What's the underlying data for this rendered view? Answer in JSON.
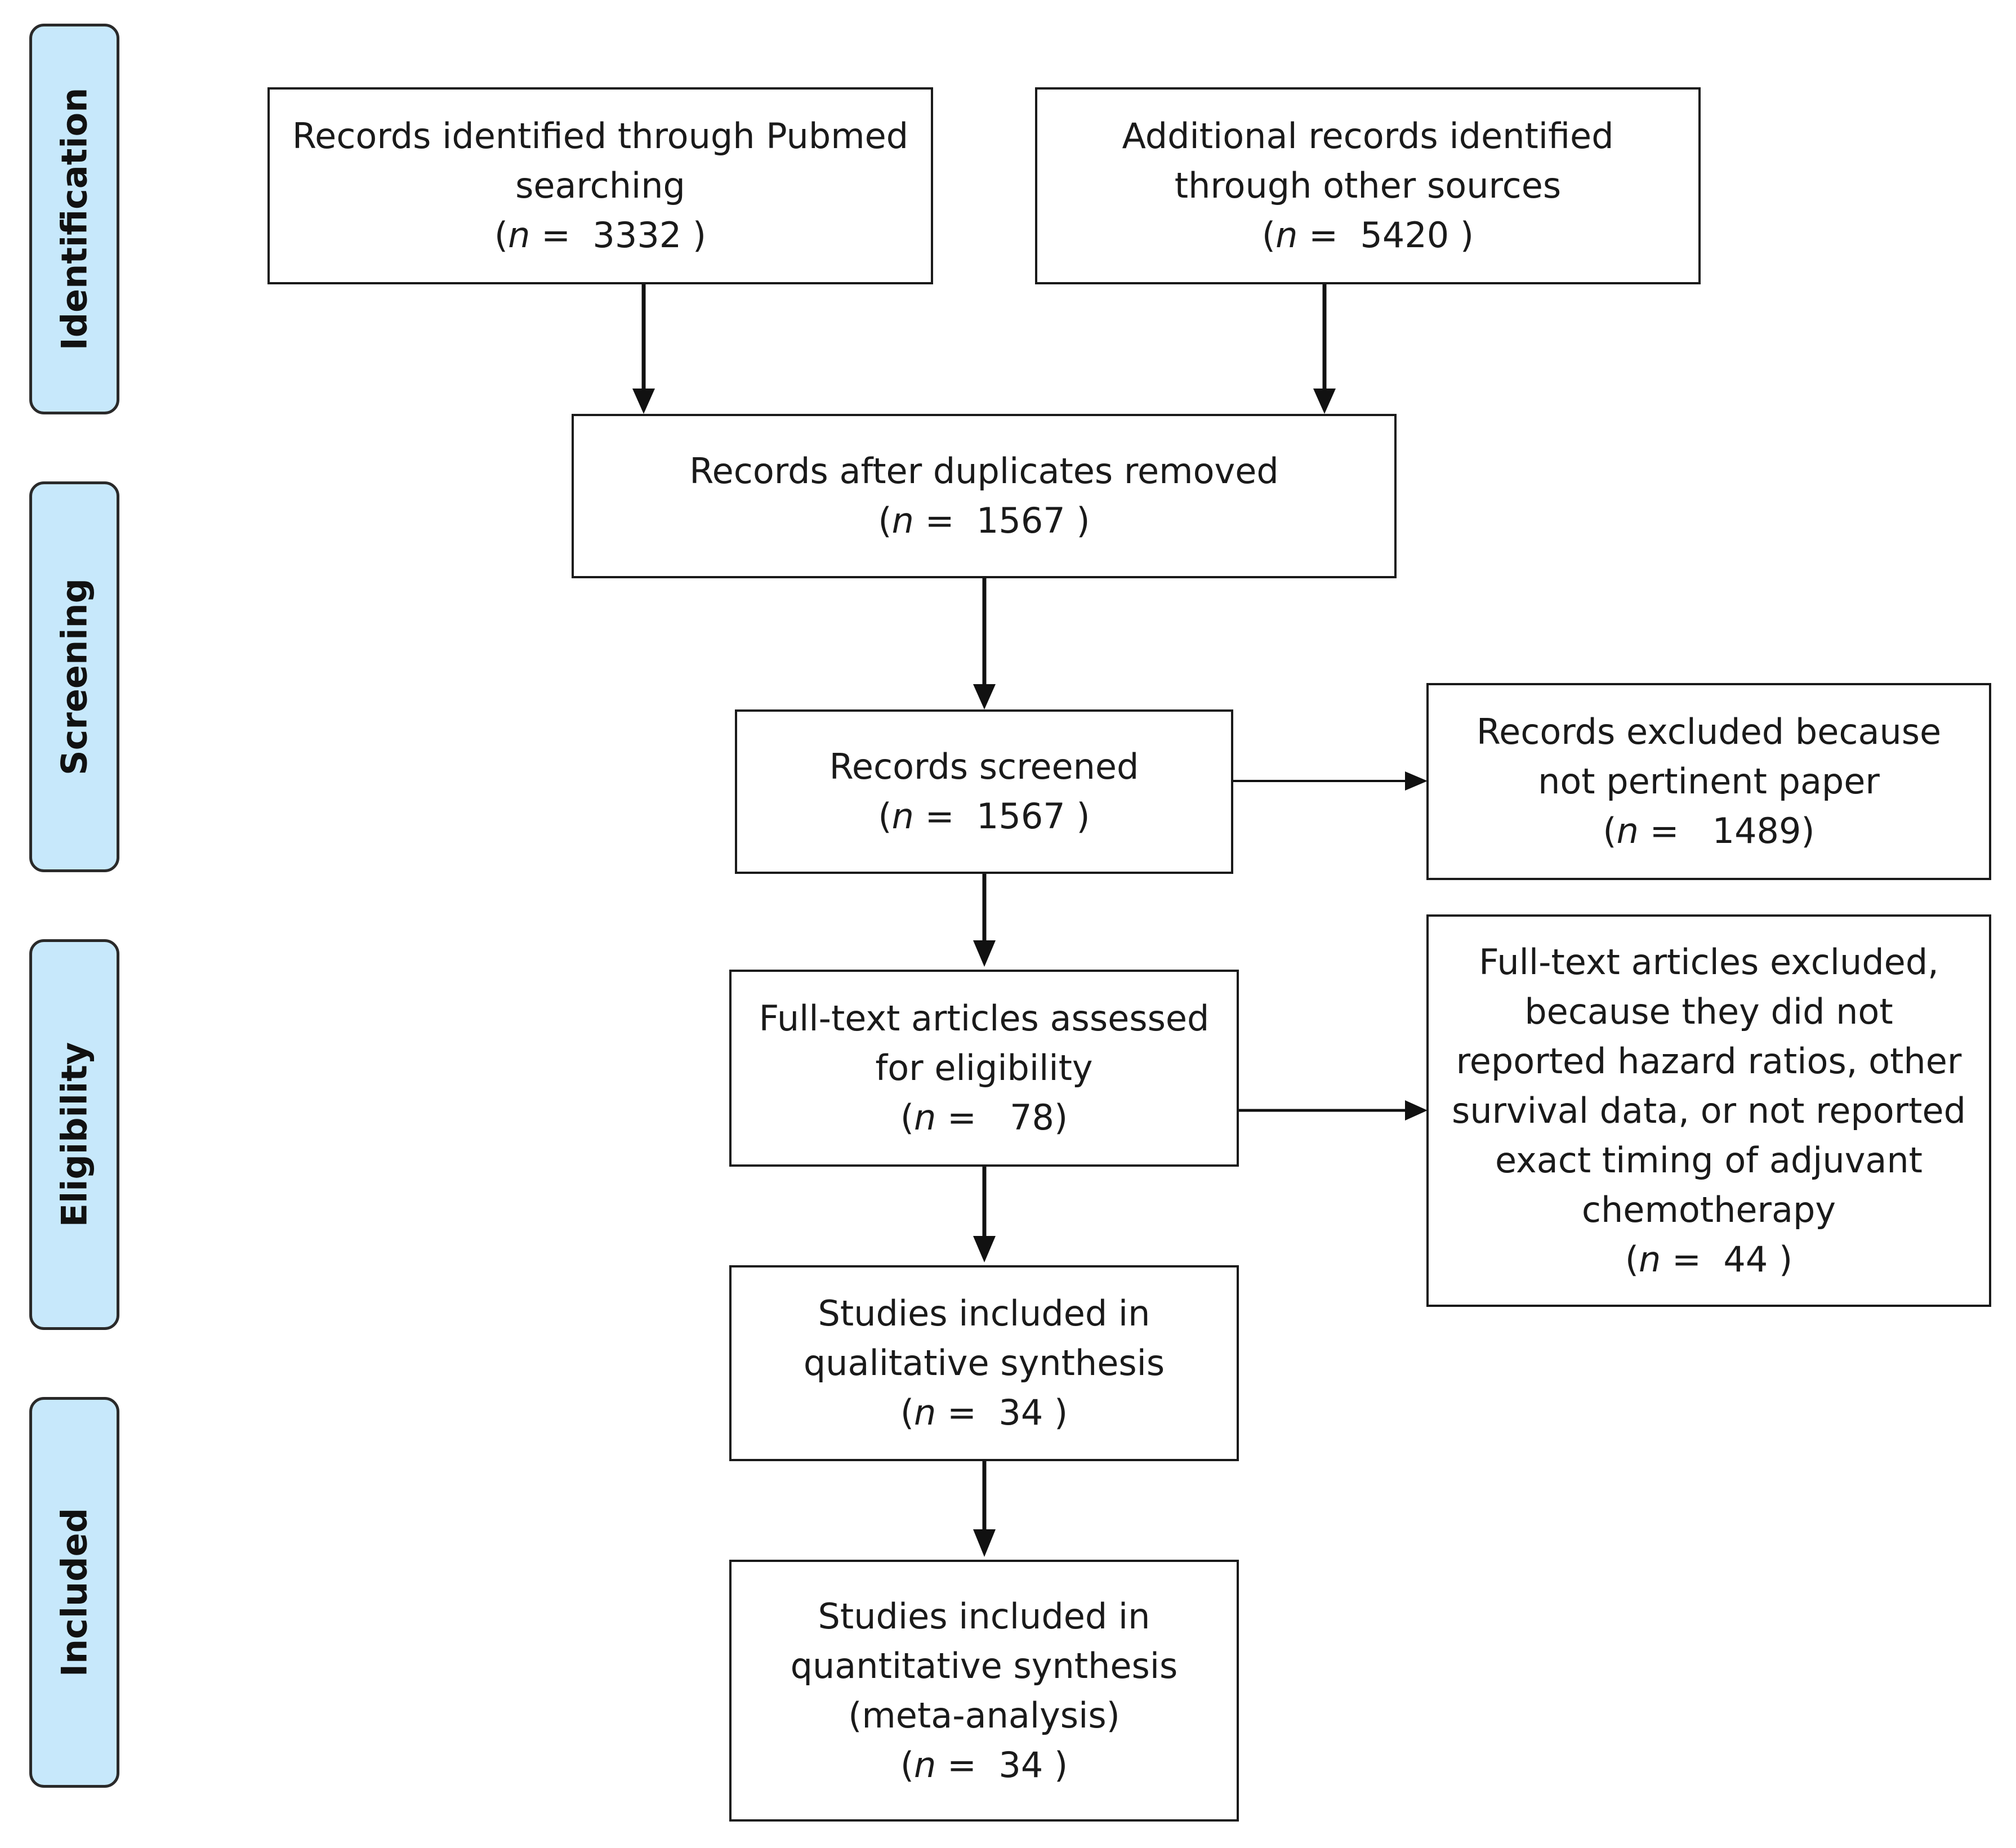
{
  "stages": {
    "identification": "Identification",
    "screening": "Screening",
    "eligibility": "Eligibility",
    "included": "Included"
  },
  "boxes": {
    "pubmed": {
      "lines": [
        "Records identified through Pubmed",
        "searching"
      ],
      "count_prefix": "(",
      "count_var": "n",
      "count_rest": " =  3332 )"
    },
    "other_sources": {
      "lines": [
        "Additional records identified",
        "through other sources"
      ],
      "count_prefix": "(",
      "count_var": "n",
      "count_rest": " =  5420 )"
    },
    "duplicates_removed": {
      "lines": [
        "Records after duplicates removed"
      ],
      "count_prefix": "(",
      "count_var": "n",
      "count_rest": " =  1567 )"
    },
    "screened": {
      "lines": [
        "Records screened"
      ],
      "count_prefix": "(",
      "count_var": "n",
      "count_rest": " =  1567 )"
    },
    "excluded_screening": {
      "lines": [
        "Records excluded because",
        "not pertinent paper"
      ],
      "count_prefix": "(",
      "count_var": "n",
      "count_rest": " =   1489)"
    },
    "fulltext_assessed": {
      "lines": [
        "Full-text articles assessed",
        "for eligibility"
      ],
      "count_prefix": "(",
      "count_var": "n",
      "count_rest": " =   78)"
    },
    "fulltext_excluded": {
      "lines": [
        "Full-text articles excluded,",
        "because they did not",
        "reported hazard ratios, other",
        "survival data, or not reported",
        "exact timing of adjuvant",
        "chemotherapy"
      ],
      "count_prefix": "(",
      "count_var": "n",
      "count_rest": " =  44 )"
    },
    "qualitative": {
      "lines": [
        "Studies included in",
        "qualitative synthesis"
      ],
      "count_prefix": "(",
      "count_var": "n",
      "count_rest": " =  34 )"
    },
    "quantitative": {
      "lines": [
        "Studies included in",
        "quantitative synthesis",
        "(meta-analysis)"
      ],
      "count_prefix": "(",
      "count_var": "n",
      "count_rest": " =  34 )"
    }
  }
}
